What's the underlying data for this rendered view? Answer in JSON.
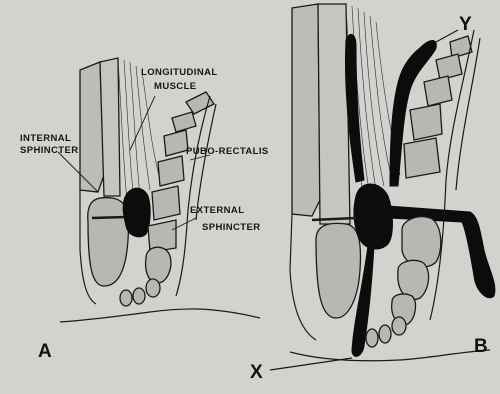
{
  "panel_a": {
    "label": "A",
    "labels": {
      "longitudinal": "LONGITUDINAL",
      "muscle": "MUSCLE",
      "internal": "INTERNAL",
      "sphincter_int": "SPHINCTER",
      "puborectalis": "PUBO-RECTALIS",
      "external": "EXTERNAL",
      "sphincter_ext": "SPHINCTER"
    }
  },
  "panel_b": {
    "label": "B",
    "marker_x": "X",
    "marker_y": "Y"
  },
  "colors": {
    "background": "#d2d2ce",
    "ink": "#1a1a1a",
    "abscess": "#0c0c0c",
    "muscle_fill": "#bdbdb8"
  }
}
